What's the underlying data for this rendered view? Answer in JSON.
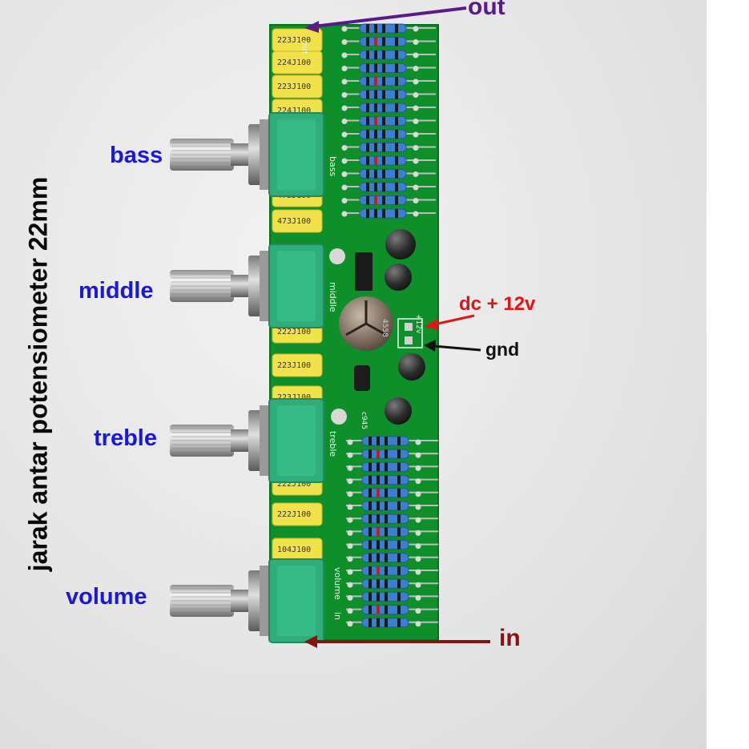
{
  "caption": "jarak antar potensiometer 22mm",
  "knobs": {
    "bass": "bass",
    "middle": "middle",
    "treble": "treble",
    "volume": "volume"
  },
  "callouts": {
    "out": "out",
    "in": "in",
    "dc": "dc + 12v",
    "gnd": "gnd"
  },
  "capacitor_markings": [
    "223J100",
    "224J100",
    "223J100",
    "224J100",
    "473J100",
    "473J100",
    "222J100",
    "222J100",
    "223J100",
    "223J100",
    "222J100",
    "222J100",
    "104J100"
  ],
  "silkscreen": {
    "out": "out",
    "bass": "bass",
    "middle": "middle",
    "treble": "treble",
    "volume": "volume",
    "in": "in",
    "plus12v": "+12v",
    "ic": "4558",
    "transistor": "c945"
  },
  "colors": {
    "pcb": "#0e8f2a",
    "knob_label": "#1818e0",
    "out_arrow": "#5a1a8c",
    "in_arrow": "#8b1010",
    "dc_arrow": "#e01515",
    "gnd_arrow": "#111111",
    "film_capacitor": "#f2e24a",
    "potentiometer_body": "#2fae7c"
  }
}
